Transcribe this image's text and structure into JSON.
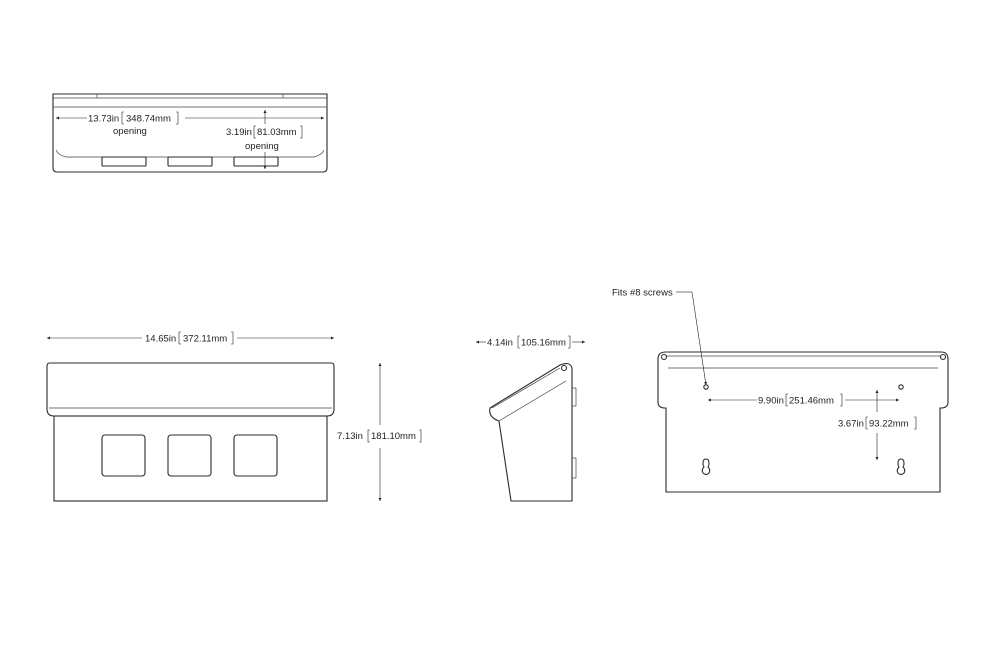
{
  "top_view": {
    "opening_width": {
      "in": "13.73in",
      "mm": "348.74mm",
      "note": "opening"
    },
    "opening_depth": {
      "in": "3.19in",
      "mm": "81.03mm",
      "note": "opening"
    }
  },
  "front_view": {
    "width": {
      "in": "14.65in",
      "mm": "372.11mm"
    },
    "height": {
      "in": "7.13in",
      "mm": "181.10mm"
    }
  },
  "side_view": {
    "depth": {
      "in": "4.14in",
      "mm": "105.16mm"
    }
  },
  "rear_view": {
    "screw_note": "Fits #8 screws",
    "hole_spacing": {
      "in": "9.90in",
      "mm": "251.46mm"
    },
    "hole_vertical": {
      "in": "3.67in",
      "mm": "93.22mm"
    }
  }
}
